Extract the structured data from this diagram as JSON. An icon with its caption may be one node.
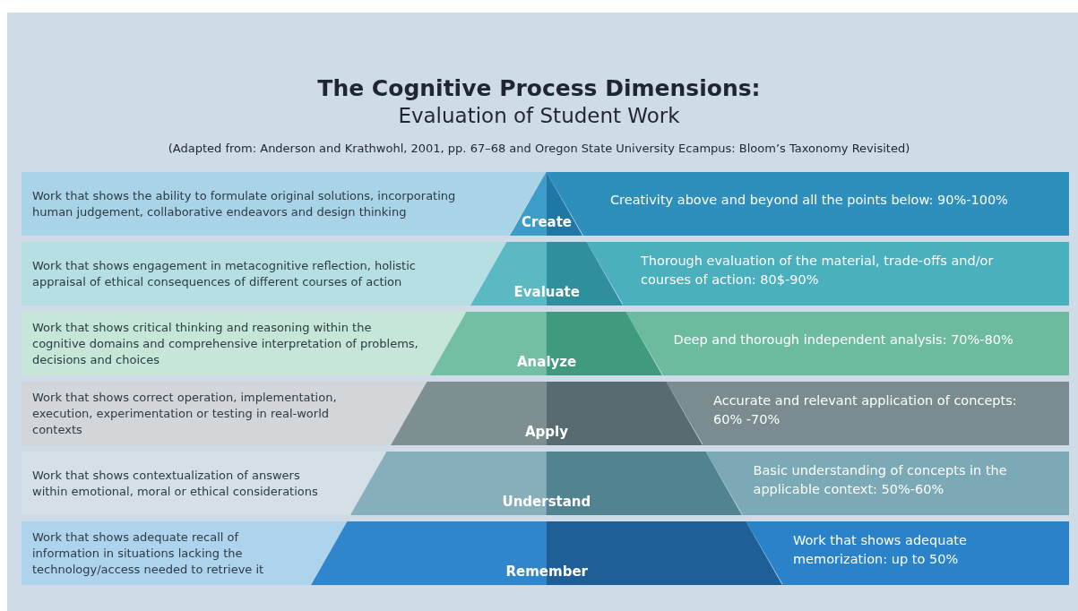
{
  "diagram": {
    "title": "The Cognitive Process Dimensions:",
    "nodes": [
      {
        "text": [
          "Work that shows the ability to formulate original solutions, incorporating human judgement, collaborative endeavors and design thinking"
        ]
      },
      {
        "text": [
          "Create"
        ]
      },
      {
        "text": [
          "Creativity above and beyond all the points below: 90%-100%"
        ]
      },
      {
        "text": [
          "Work that shows engagement in metacognitive reflection, holistic appraisal of ethical consequences of different courses of action"
        ]
      },
      {
        "text": [
          "Evaluate"
        ]
      },
      {
        "text": [
          "Thorough evaluation of the material, trade-offs and/or courses of action: 80$-90%"
        ]
      },
      {
        "text": [
          "Work that shows critical thinking and reasoning within the cognitive domains and comprehensive interpretation of problems, decisions and choices"
        ]
      },
      {
        "text": [
          "Analyze"
        ]
      },
      {
        "text": [
          "Deep and thorough independent analysis: 70%-80%"
        ]
      },
      {
        "text": [
          "Work that shows correct operation, implementation, execution, experimentation or testing in real-world contexts"
        ]
      },
      {
        "text": [
          "Apply"
        ]
      },
      {
        "text": [
          "Accurate and relevant application of concepts:  60% -70%"
        ]
      },
      {
        "text": [
          "Work that shows contextualization of answers within emotional, moral or ethical considerations"
        ]
      },
      {
        "text": [
          "Understand"
        ]
      },
      {
        "text": [
          "Basic understanding of concepts in the applicable context: 50%-60%"
        ]
      },
      {
        "text": [
          "Work that shows adequate recall of information in situations lacking the technology/access needed to retrieve it"
        ]
      },
      {
        "text": [
          "Remember"
        ]
      },
      {
        "text": [
          "Work that shows adequate memorization: up to 50%"
        ]
      }
    ],
    "edges": [],
    "labels": [
      "Evaluation of Student Work",
      "(Adapted from: Anderson and Krathwohl, 2001, pp. 67–68 and Oregon State University Ecampus: Bloom’s Taxonomy Revisited)"
    ]
  }
}
